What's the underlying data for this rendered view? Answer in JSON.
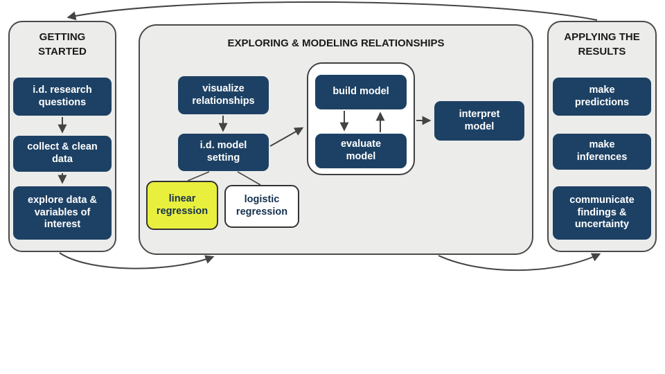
{
  "diagram": {
    "getting_started": {
      "title": "GETTING STARTED",
      "steps": [
        "i.d. research questions",
        "collect & clean data",
        "explore data & variables of interest"
      ]
    },
    "exploring": {
      "title": "EXPLORING & MODELING RELATIONSHIPS",
      "visualize": "visualize relationships",
      "id_model_setting": "i.d. model setting",
      "linear_regression": "linear regression",
      "logistic_regression": "logistic regression",
      "build_model": "build model",
      "evaluate_model": "evaluate model",
      "interpret_model": "interpret model"
    },
    "applying": {
      "title": "APPLYING THE RESULTS",
      "steps": [
        "make predictions",
        "make inferences",
        "communicate findings & uncertainty"
      ]
    },
    "colors": {
      "node_fill": "#1d4164",
      "node_text": "#ffffff",
      "highlight_fill": "#e9ef3d",
      "panel_fill": "#ececea",
      "outline": "#4a4a4a",
      "arrow": "#444444"
    }
  }
}
